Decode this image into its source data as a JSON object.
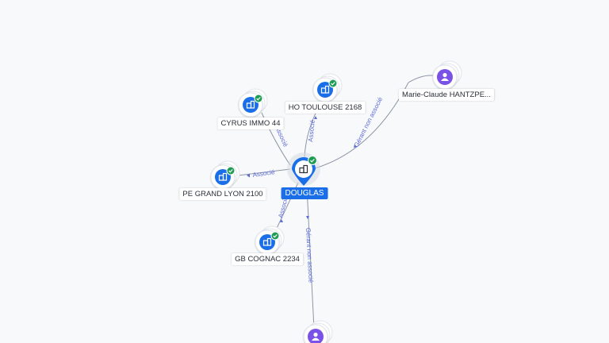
{
  "center": {
    "label": "DOUGLAS",
    "icon": "building-icon",
    "verified": true
  },
  "companies": [
    {
      "label": "CYRUS IMMO 44",
      "edge_label": "Associé",
      "verified": true
    },
    {
      "label": "HO TOULOUSE 2168",
      "edge_label": "Associé",
      "verified": true
    },
    {
      "label": "PE GRAND LYON 2100",
      "edge_label": "Associé",
      "verified": true
    },
    {
      "label": "GB COGNAC 2234",
      "edge_label": "Associé",
      "verified": true
    }
  ],
  "persons": [
    {
      "label": "Marie-Claude HANTZPE...",
      "edge_label": "Gérant non associé"
    },
    {
      "label": "",
      "edge_label": "Gérant non associé"
    }
  ],
  "colors": {
    "company_blue": "#1a6fe8",
    "person_purple": "#7b52e8",
    "verified_green": "#1f9d55",
    "edge_gray": "#8c95a6",
    "edge_label_blue": "#5b6bd6"
  }
}
